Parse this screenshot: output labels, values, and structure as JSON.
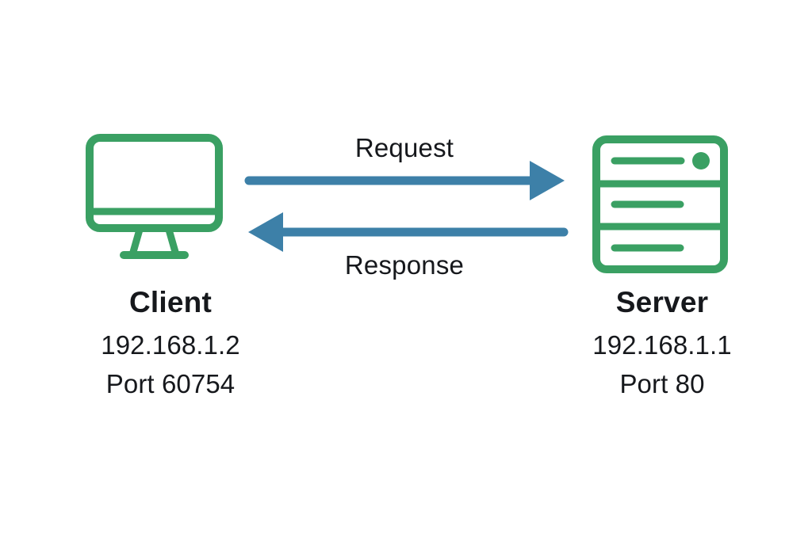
{
  "diagram": {
    "title": "Client Server Request Response",
    "background_color": "#ffffff",
    "accent_green": "#3aa063",
    "accent_blue": "#3d80a8",
    "text_color": "#16181c",
    "nodes": [
      {
        "id": "client",
        "icon": "desktop-monitor-icon",
        "title": "Client",
        "ip": "192.168.1.2",
        "port": "Port 60754"
      },
      {
        "id": "server",
        "icon": "server-rack-icon",
        "title": "Server",
        "ip": "192.168.1.1",
        "port": "Port 80"
      }
    ],
    "flows": [
      {
        "id": "request",
        "label": "Request",
        "direction": "client-to-server",
        "color": "#3d80a8"
      },
      {
        "id": "response",
        "label": "Response",
        "direction": "server-to-client",
        "color": "#3d80a8"
      }
    ]
  }
}
